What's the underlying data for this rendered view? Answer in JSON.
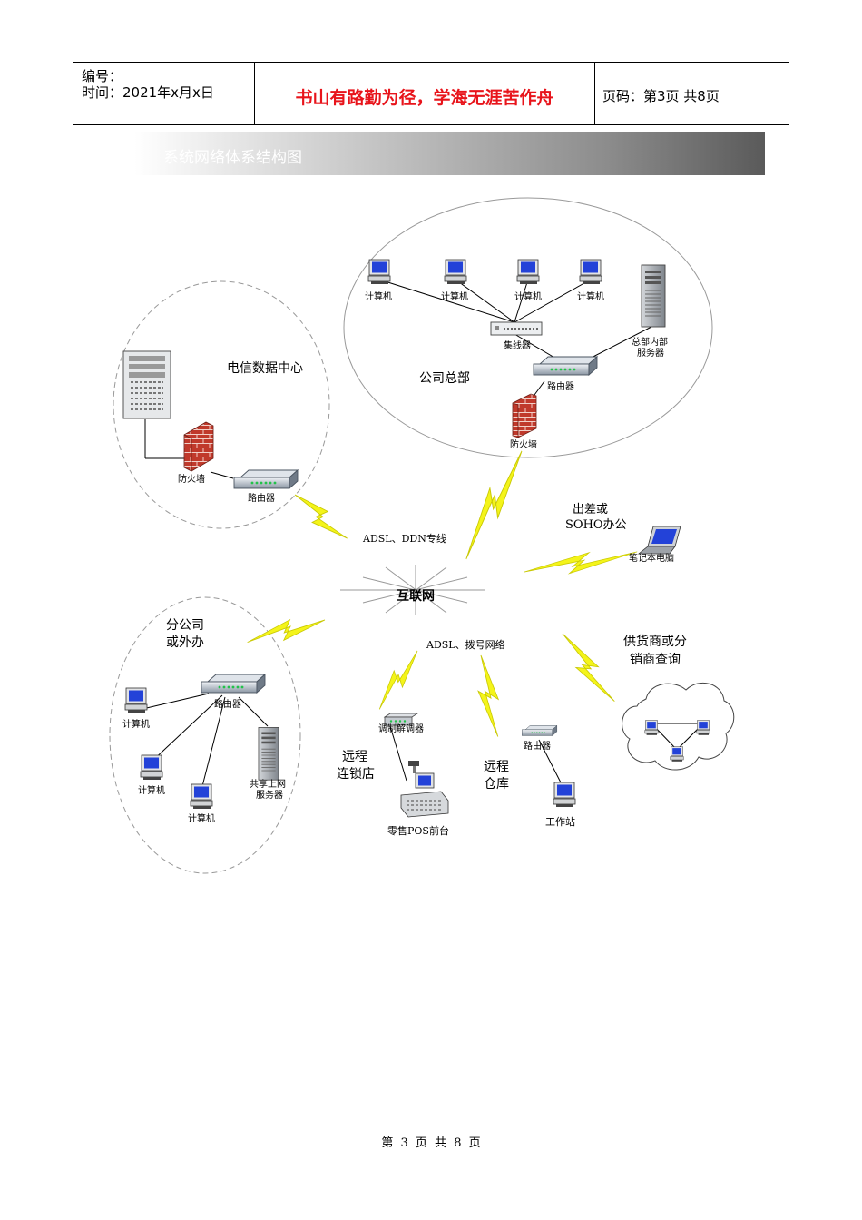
{
  "header": {
    "number_label": "编号：",
    "time_label": "时间：2021年x月x日",
    "motto": "书山有路勤为径，学海无涯苦作舟",
    "page_label": "页码：第3页  共8页"
  },
  "banner": {
    "title": "系统网络体系结构图"
  },
  "diagram": {
    "hq": {
      "zone": "公司总部",
      "pc1": "计算机",
      "pc2": "计算机",
      "pc3": "计算机",
      "pc4": "计算机",
      "hub": "集线器",
      "server_l1": "总部内部",
      "server_l2": "服务器",
      "router": "路由器",
      "firewall": "防火墙"
    },
    "dc": {
      "zone": "电信数据中心",
      "firewall": "防火墙",
      "router": "路由器"
    },
    "branch": {
      "zone_l1": "分公司",
      "zone_l2": "或外办",
      "router": "路由器",
      "pc1": "计算机",
      "pc2": "计算机",
      "pc3": "计算机",
      "server_l1": "共享上网",
      "server_l2": "服务器"
    },
    "internet": "互联网",
    "adsl_ddn": "ADSL、DDN专线",
    "adsl_dial": "ADSL、拨号网络",
    "travel_l1": "出差或",
    "travel_l2": "SOHO办公",
    "laptop": "笔记本电脑",
    "supplier_l1": "供货商或分",
    "supplier_l2": "销商查询",
    "modem": "调制解调器",
    "store_l1": "远程",
    "store_l2": "连锁店",
    "pos": "零售POS前台",
    "warehouse_l1": "远程",
    "warehouse_l2": "仓库",
    "wh_router": "路由器",
    "workstation": "工作站"
  },
  "footer": {
    "w1": "第",
    "num": "3",
    "w2": "页",
    "w3": "共",
    "total": "8",
    "w4": "页"
  }
}
